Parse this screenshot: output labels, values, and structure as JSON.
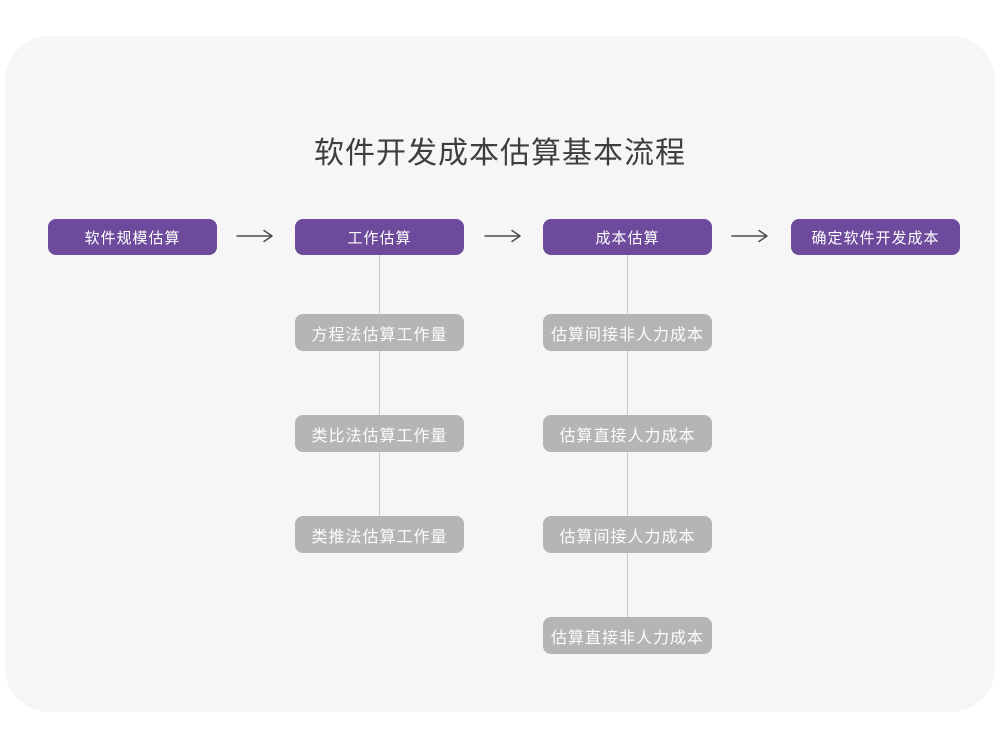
{
  "title": "软件开发成本估算基本流程",
  "colors": {
    "page": "#ffffff",
    "canvas": "#f6f6f6",
    "primary": "#6d4a9b",
    "nodegray": "#b5b5b5",
    "titlecolor": "#3e3e3e",
    "arrowcolor": "#4d4d4d",
    "connector": "#c9c9c9"
  },
  "flow": {
    "steps": [
      {
        "label": "软件规模估算"
      },
      {
        "label": "工作估算"
      },
      {
        "label": "成本估算"
      },
      {
        "label": "确定软件开发成本"
      }
    ],
    "work_methods": [
      {
        "label": "方程法估算工作量"
      },
      {
        "label": "类比法估算工作量"
      },
      {
        "label": "类推法估算工作量"
      }
    ],
    "cost_items": [
      {
        "label": "估算间接非人力成本"
      },
      {
        "label": "估算直接人力成本"
      },
      {
        "label": "估算间接人力成本"
      },
      {
        "label": "估算直接非人力成本"
      }
    ]
  }
}
